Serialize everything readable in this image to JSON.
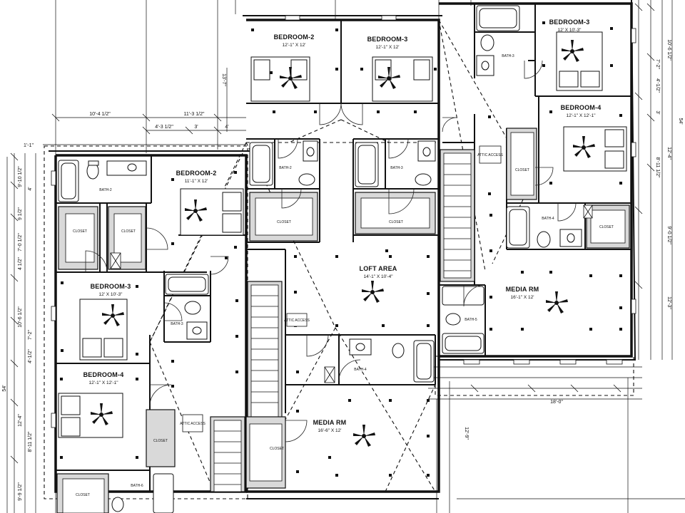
{
  "plan": {
    "rooms": [
      {
        "name": "BEDROOM-2",
        "size": "12'-1\" X 12'"
      },
      {
        "name": "BEDROOM-3",
        "size": "12'-1\" X 12'"
      },
      {
        "name": "BEDROOM-3",
        "size": "12' X 10'-3\""
      },
      {
        "name": "BEDROOM-4",
        "size": "12'-1\" X 12'-1\""
      },
      {
        "name": "BEDROOM-2",
        "size": "11'-1\" X 12'"
      },
      {
        "name": "BEDROOM-3",
        "size": "12' X 10'-3\""
      },
      {
        "name": "BEDROOM-4",
        "size": "12'-1\" X 12'-1\""
      },
      {
        "name": "LOFT AREA",
        "size": "14'-1\" X 10'-4\""
      },
      {
        "name": "MEDIA RM",
        "size": "16'-1\" X 12'"
      },
      {
        "name": "MEDIA RM",
        "size": "16'-6\" X 12'"
      }
    ],
    "small_labels": [
      {
        "text": "BATH-2"
      },
      {
        "text": "BATH-3"
      },
      {
        "text": "BATH-3"
      },
      {
        "text": "BATH-2"
      },
      {
        "text": "BATH-4"
      },
      {
        "text": "BATH-3"
      },
      {
        "text": "BATH-5"
      },
      {
        "text": "BATH-4"
      },
      {
        "text": "BATH-6"
      },
      {
        "text": "CLOSET"
      },
      {
        "text": "CLOSET"
      },
      {
        "text": "CLOSET"
      },
      {
        "text": "CLOSET"
      },
      {
        "text": "CLOSET"
      },
      {
        "text": "CLOSET"
      },
      {
        "text": "CLOSET"
      },
      {
        "text": "CLOSET"
      },
      {
        "text": "CLOSET"
      },
      {
        "text": "ATTIC ACCESS"
      },
      {
        "text": "ATTIC ACCESS"
      },
      {
        "text": "ATTIC ACCESS"
      }
    ],
    "dimensions": [
      {
        "text": "10'-4 1/2\""
      },
      {
        "text": "11'-3 1/2\""
      },
      {
        "text": "4'-3 1/2\""
      },
      {
        "text": "3'"
      },
      {
        "text": "4'"
      },
      {
        "text": "13'-7\""
      },
      {
        "text": "10'-6 1/2\""
      },
      {
        "text": "7'-2\""
      },
      {
        "text": "4'-1/2\""
      },
      {
        "text": "3'"
      },
      {
        "text": "8'-11 1/2\""
      },
      {
        "text": "12'-4\""
      },
      {
        "text": "9'-0 1/2\""
      },
      {
        "text": "12'-3\""
      },
      {
        "text": "54'"
      },
      {
        "text": "54'"
      },
      {
        "text": "9'-10 1/2\""
      },
      {
        "text": "4'"
      },
      {
        "text": "9 1/2\""
      },
      {
        "text": "7'-0 1/2\""
      },
      {
        "text": "4 1/2\""
      },
      {
        "text": "10'-6 1/2\""
      },
      {
        "text": "7'-2\""
      },
      {
        "text": "4'-1/2\""
      },
      {
        "text": "12'-4\""
      },
      {
        "text": "8'-11 1/2\""
      },
      {
        "text": "9'-9 1/2\""
      },
      {
        "text": "18'-0\""
      },
      {
        "text": "12'-9\""
      },
      {
        "text": "1'-1\""
      }
    ]
  }
}
